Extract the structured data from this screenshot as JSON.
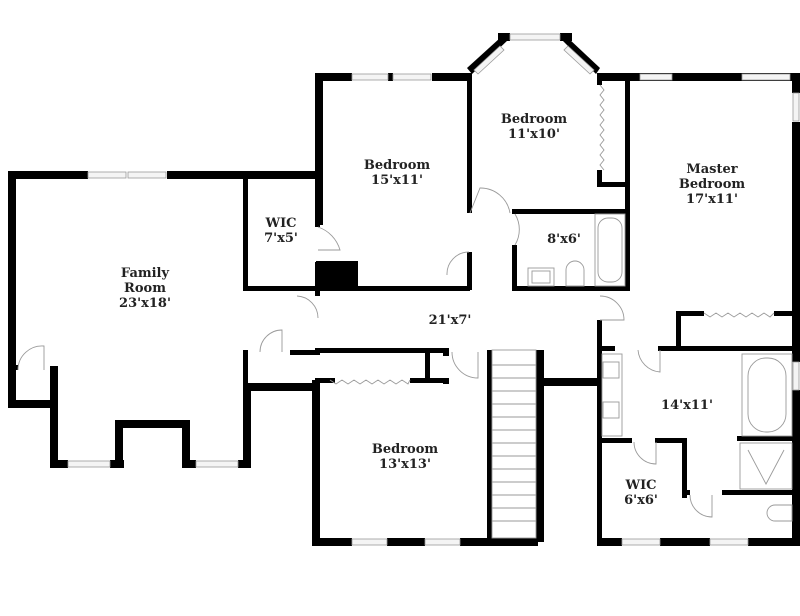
{
  "plan": {
    "background": "#ffffff",
    "wall_color": "#000000",
    "rooms": [
      {
        "id": "family-room",
        "name_lines": [
          "Family",
          "Room"
        ],
        "dims": "23'x18'"
      },
      {
        "id": "wic-1",
        "name_lines": [
          "WIC"
        ],
        "dims": "7'x5'"
      },
      {
        "id": "bedroom-2",
        "name_lines": [
          "Bedroom"
        ],
        "dims": "15'x11'"
      },
      {
        "id": "bedroom-3",
        "name_lines": [
          "Bedroom"
        ],
        "dims": "11'x10'"
      },
      {
        "id": "bath-2",
        "name_lines": [],
        "dims": "8'x6'"
      },
      {
        "id": "master-bedroom",
        "name_lines": [
          "Master",
          "Bedroom"
        ],
        "dims": "17'x11'"
      },
      {
        "id": "hall",
        "name_lines": [],
        "dims": "21'x7'"
      },
      {
        "id": "bedroom-4",
        "name_lines": [
          "Bedroom"
        ],
        "dims": "13'x13'"
      },
      {
        "id": "master-bath",
        "name_lines": [],
        "dims": "14'x11'"
      },
      {
        "id": "wic-2",
        "name_lines": [
          "WIC"
        ],
        "dims": "6'x6'"
      }
    ]
  }
}
